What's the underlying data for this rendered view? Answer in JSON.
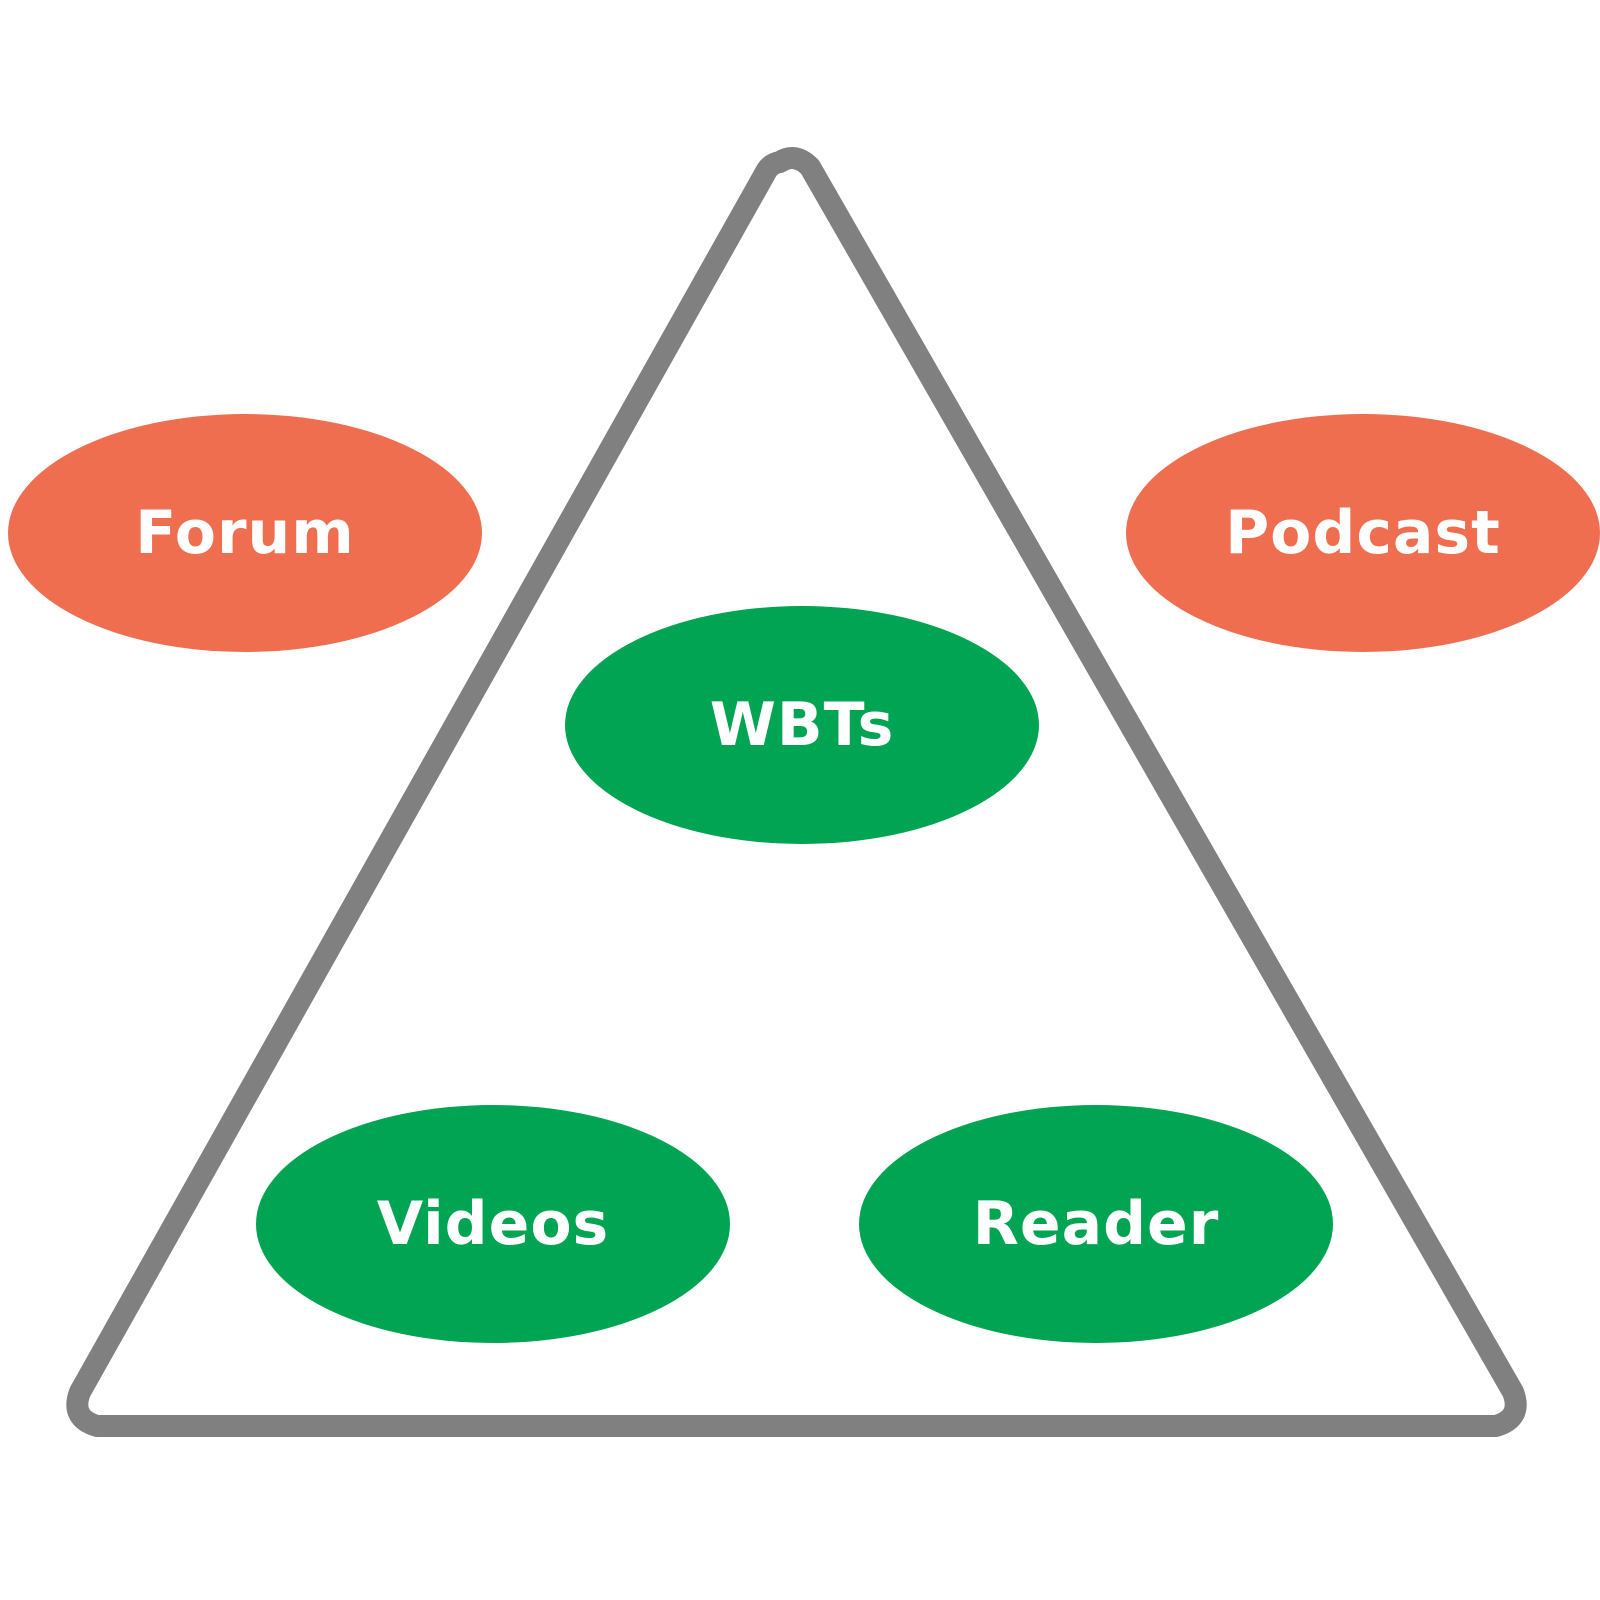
{
  "colors": {
    "outline": "#808080",
    "external": "#f06e50",
    "internal": "#00a452",
    "label": "#ffffff"
  },
  "nodes": {
    "forum": {
      "label": "Forum"
    },
    "podcast": {
      "label": "Podcast"
    },
    "wbts": {
      "label": "WBTs"
    },
    "videos": {
      "label": "Videos"
    },
    "reader": {
      "label": "Reader"
    }
  }
}
